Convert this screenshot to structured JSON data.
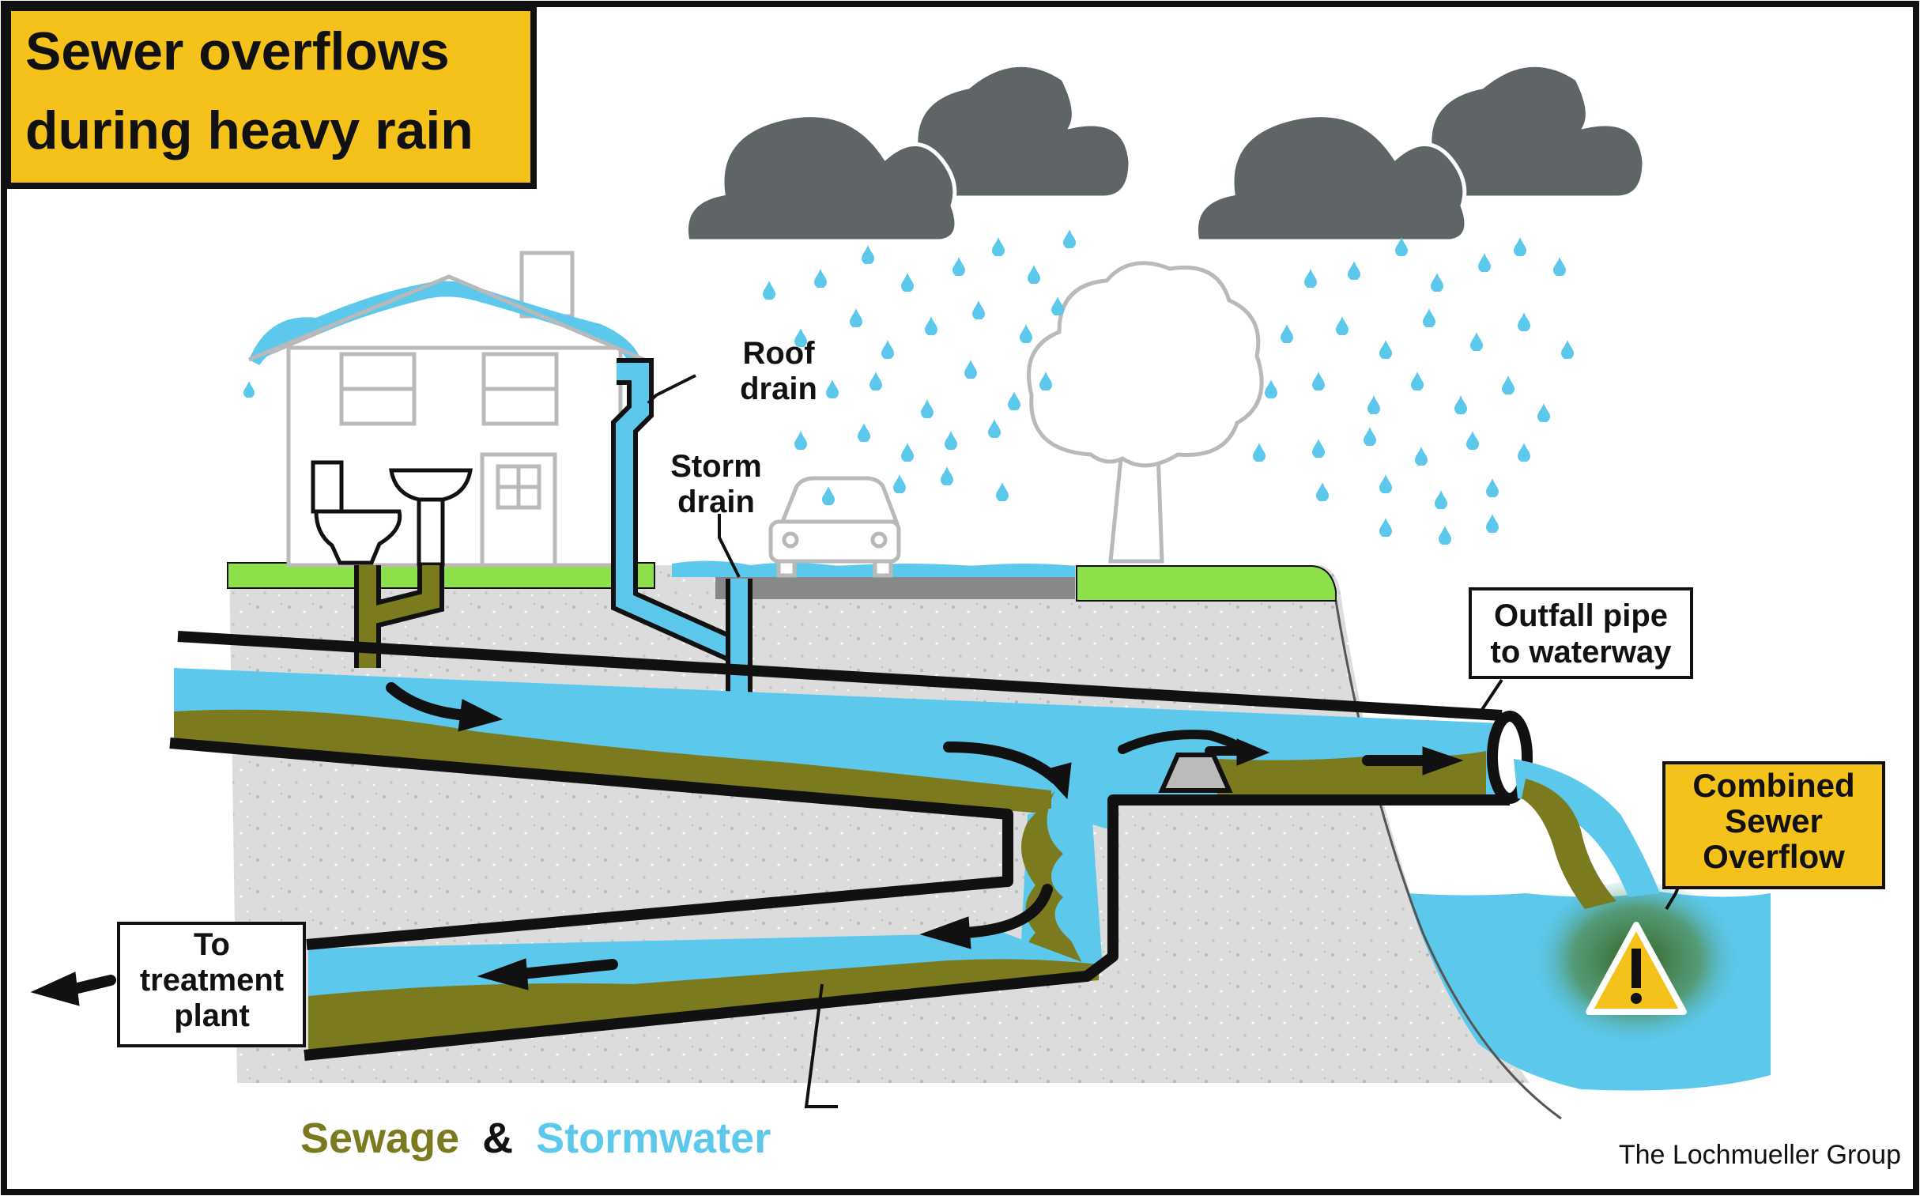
{
  "title": {
    "line1": "Sewer overflows",
    "line2": "during heavy rain"
  },
  "labels": {
    "roof_drain": [
      "Roof",
      "drain"
    ],
    "storm_drain": [
      "Storm",
      "drain"
    ],
    "outfall": [
      "Outfall pipe",
      "to waterway"
    ],
    "treatment": [
      "To",
      "treatment",
      "plant"
    ],
    "cso": [
      "Combined",
      "Sewer",
      "Overflow"
    ]
  },
  "legend": {
    "sewage": "Sewage",
    "amp": "&",
    "stormwater": "Stormwater"
  },
  "credit": "The Lochmueller Group",
  "colors": {
    "title_bg": "#f5c11b",
    "sewage": "#7c7a1f",
    "stormwater": "#5cc8ec",
    "cloud": "#5f6566",
    "grass": "#8de049",
    "soil": "#d9d9d9",
    "outline": "#111111",
    "house_line": "#b9b9b9",
    "warning": "#f5c11b"
  },
  "icons": [
    "cloud-icon",
    "raindrop-icon",
    "house-icon",
    "toilet-icon",
    "sink-icon",
    "car-icon",
    "tree-icon",
    "arrow-icon",
    "warning-icon",
    "weir-icon"
  ]
}
